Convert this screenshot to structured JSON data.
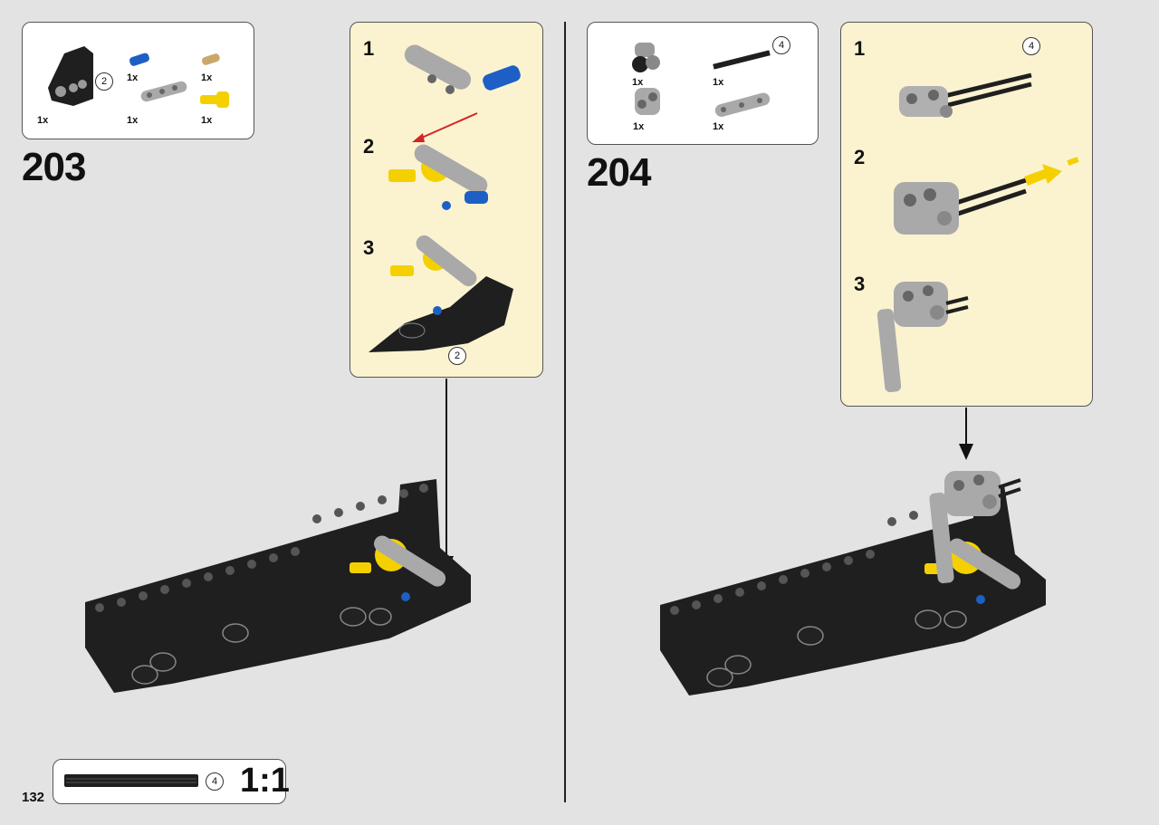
{
  "page_number": "132",
  "step_203": {
    "number": "203",
    "parts": [
      {
        "qty": "1x",
        "icon": "black-panel-part",
        "count_badge": "2"
      },
      {
        "qty": "1x",
        "icon": "blue-axle-pin"
      },
      {
        "qty": "1x",
        "icon": "tan-pin"
      },
      {
        "qty": "1x",
        "icon": "grey-liftarm-part"
      },
      {
        "qty": "1x",
        "icon": "yellow-connector"
      }
    ],
    "substeps": [
      {
        "number": "1"
      },
      {
        "number": "2"
      },
      {
        "number": "3",
        "count_badge": "2"
      }
    ]
  },
  "step_204": {
    "number": "204",
    "parts": [
      {
        "qty": "1x",
        "icon": "grey-cross-block"
      },
      {
        "qty": "1x",
        "icon": "black-axle",
        "count_badge": "4"
      },
      {
        "qty": "1x",
        "icon": "grey-axle-connector"
      },
      {
        "qty": "1x",
        "icon": "grey-liftarm-part"
      }
    ],
    "substeps": [
      {
        "number": "1",
        "count_badge": "4"
      },
      {
        "number": "2"
      },
      {
        "number": "3"
      }
    ]
  },
  "scale_reference": {
    "count_badge": "4",
    "scale_label": "1:1"
  },
  "colors": {
    "background": "#e3e3e3",
    "substep_panel": "#fbf3d0",
    "black_part": "#1f1f1f",
    "grey_part": "#a9a9a9",
    "yellow_part": "#f5d000",
    "blue_part": "#1d5fc4",
    "arrow_red": "#d4242a"
  }
}
